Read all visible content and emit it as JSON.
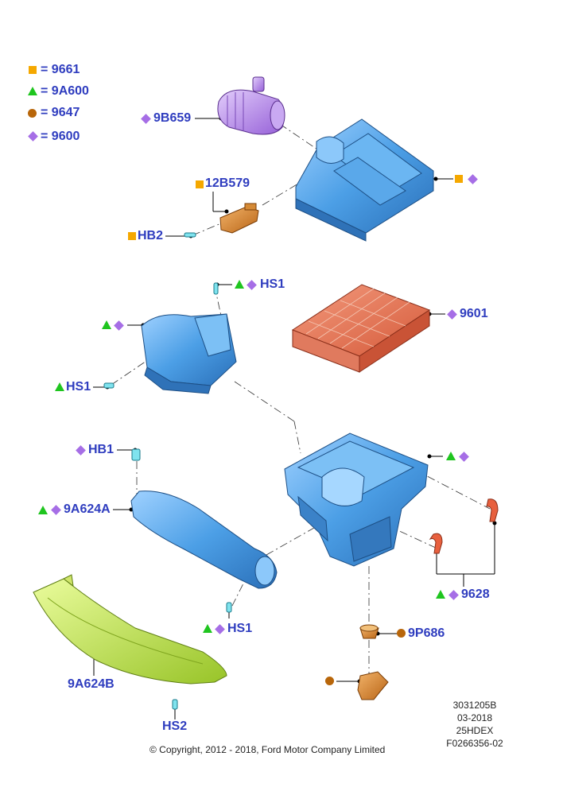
{
  "legend": [
    {
      "symbol": "square",
      "text": "= 9661"
    },
    {
      "symbol": "triangle",
      "text": "= 9A600"
    },
    {
      "symbol": "circle",
      "text": "= 9647"
    },
    {
      "symbol": "diamond",
      "text": "= 9600"
    }
  ],
  "callouts": {
    "p9B659": "9B659",
    "p12B579": "12B579",
    "pHB2": "HB2",
    "pHS1_top": "HS1",
    "p9601": "9601",
    "pHS1_left": "HS1",
    "pHB1": "HB1",
    "p9A624A": "9A624A",
    "p9628": "9628",
    "pHS1_bottom": "HS1",
    "p9P686": "9P686",
    "p9A624B": "9A624B",
    "pHS2": "HS2"
  },
  "meta": {
    "line1": "3031205B",
    "line2": "03-2018",
    "line3": "25HDEX",
    "line4": "F0266356-02"
  },
  "copyright": "© Copyright, 2012 - 2018, Ford Motor Company Limited",
  "colors": {
    "label": "#2f3dbf",
    "square": "#f5a800",
    "triangle": "#1fc51f",
    "circle": "#b8660a",
    "diamond": "#a66ee6",
    "housing": "#4c9fe6",
    "filter": "#e8745a",
    "resonator": "#b5e048",
    "duct": "#b48ae8",
    "sensor": "#c9701d"
  }
}
